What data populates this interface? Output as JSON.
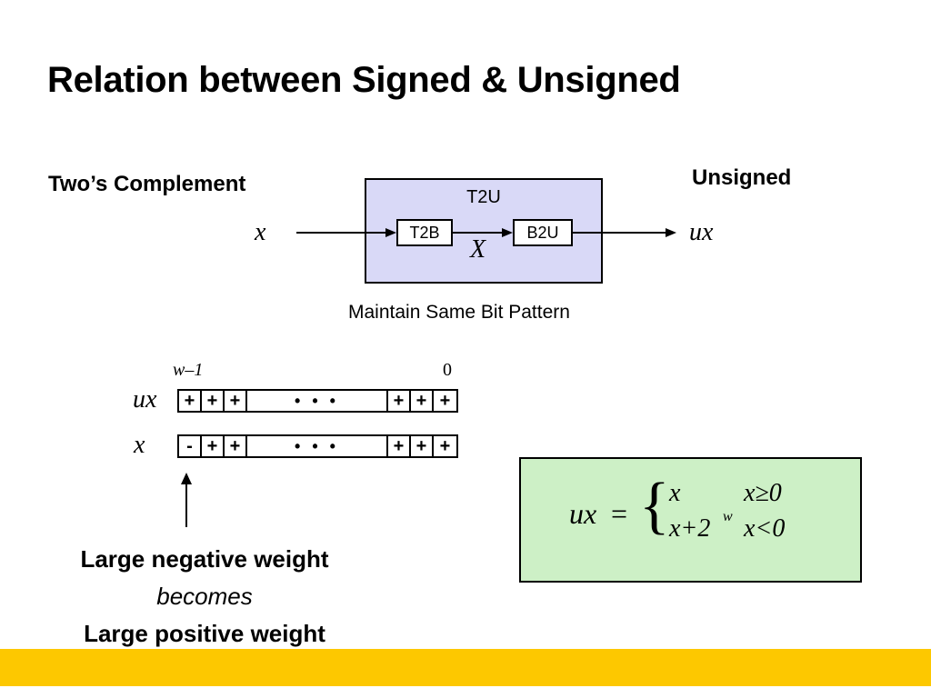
{
  "slide": {
    "title": "Relation between Signed & Unsigned"
  },
  "diagram": {
    "left_label": "Two’s Complement",
    "right_label": "Unsigned",
    "input_var": "x",
    "output_var": "ux",
    "outer_box_label": "T2U",
    "box_t2b": "T2B",
    "box_b2u": "B2U",
    "middle_var": "X",
    "caption": "Maintain Same Bit Pattern"
  },
  "bit_rows": {
    "msb_label": "w–1",
    "lsb_label": "0",
    "rows": [
      {
        "var": "ux",
        "left": [
          "+",
          "+",
          "+"
        ],
        "ellipsis": "• • •",
        "right": [
          "+",
          "+",
          "+"
        ]
      },
      {
        "var": "x",
        "left": [
          "-",
          "+",
          "+"
        ],
        "ellipsis": "• • •",
        "right": [
          "+",
          "+",
          "+"
        ]
      }
    ]
  },
  "weight_note": {
    "line1": "Large negative weight",
    "line2": "becomes",
    "line3": "Large positive weight"
  },
  "formula": {
    "lhs": "ux",
    "eq": "=",
    "case1_expr": "x",
    "case1_cond": "x≥0",
    "case2_expr": "x+2",
    "case2_exp": "w",
    "case2_cond": "x<0"
  },
  "colors": {
    "t2u_box": "#d9d9f7",
    "formula_box": "#cdf0c6",
    "footer_bar": "#fdc800"
  }
}
